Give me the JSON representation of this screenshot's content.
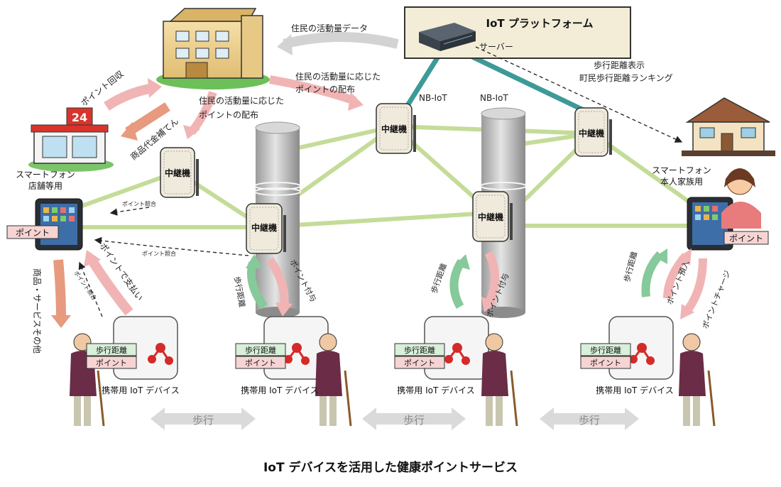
{
  "title": "IoT デバイスを活用した健康ポイントサービス",
  "platform": {
    "title": "IoT プラットフォーム",
    "server_label": "サーバー"
  },
  "nbiot": {
    "left": "NB-IoT",
    "right": "NB-IoT"
  },
  "relay_label": "中継機",
  "shop": {
    "label_line1": "スマートフォン",
    "label_line2": "店舗等用"
  },
  "home": {
    "label_line1": "スマートフォン",
    "label_line2": "本人家族用"
  },
  "phone_badge": "ポイント",
  "device": {
    "label": "携帯用 IoT デバイス",
    "badge_steps": "歩行距離",
    "badge_points": "ポイント"
  },
  "walk_label": "歩行",
  "flows": {
    "activity_data": "住民の活動量データ",
    "city_points_line1": "住民の活動量に応じた",
    "city_points_line2": "ポイントの配布",
    "shop_points_line1": "住民の活動量に応じた",
    "shop_points_line2": "ポイントの配布",
    "point_collect": "ポイント回収",
    "compensation": "商品代金補てん",
    "ranking_line1": "歩行距離表示",
    "ranking_line2": "町民歩行距離ランキング",
    "point_check": "ポイント照合",
    "pay_with_points": "ポイントで支払い",
    "goods_services": "商品・サービスその他",
    "step_distance": "歩行距離",
    "point_grant": "ポイント付与",
    "point_deposit": "ポイント預入",
    "point_charge": "ポイントチャージ"
  }
}
